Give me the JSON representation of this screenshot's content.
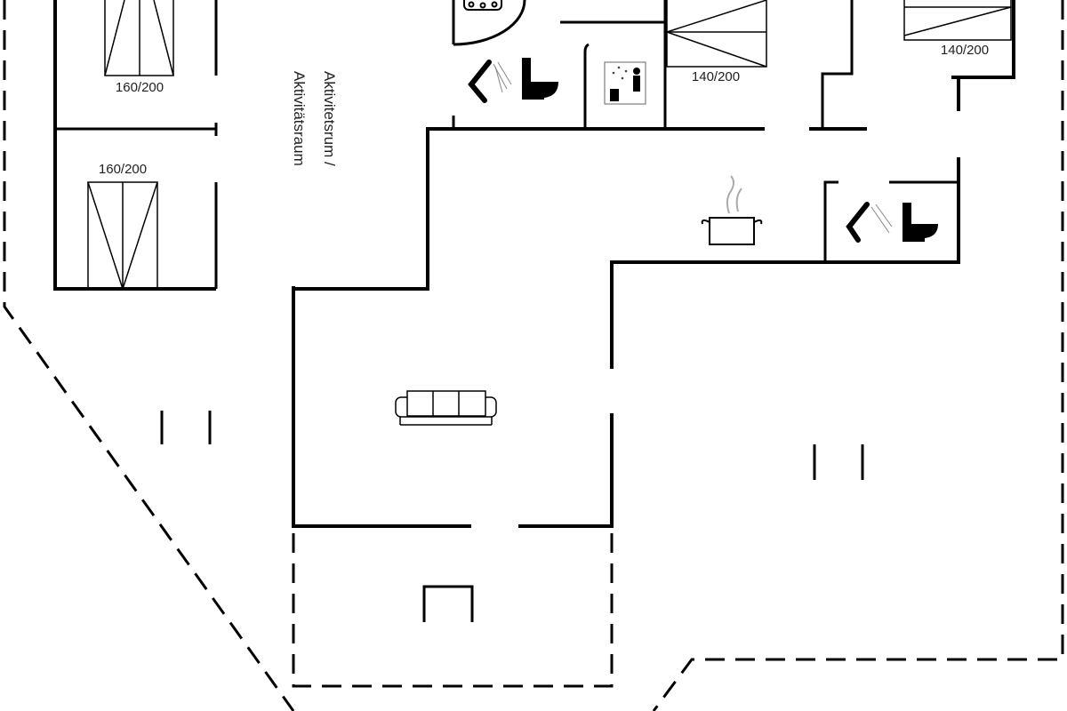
{
  "rooms": {
    "activity_room_line1": "Aktivitetsrum /",
    "activity_room_line2": "Aktivitätsraum"
  },
  "beds": [
    {
      "size": "160/200"
    },
    {
      "size": "160/200"
    },
    {
      "size": "140/200"
    },
    {
      "size": "140/200"
    }
  ],
  "icons": [
    "hot-tub-icon",
    "shower-icon",
    "toilet-icon",
    "sauna-icon",
    "cooking-pot-icon",
    "sofa-icon",
    "table-icon"
  ],
  "colors": {
    "wall": "#000000",
    "background": "#ffffff",
    "text": "#222222"
  }
}
